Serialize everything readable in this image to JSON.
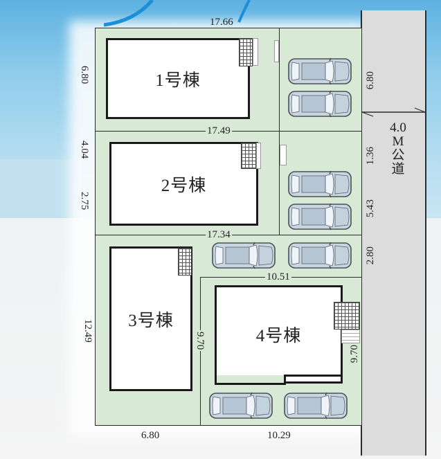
{
  "plan": {
    "road": {
      "width": "4.0",
      "unit": "M",
      "type_line1": "公",
      "type_line2": "道"
    },
    "buildings": [
      {
        "id": 1,
        "label": "1号棟"
      },
      {
        "id": 2,
        "label": "2号棟"
      },
      {
        "id": 3,
        "label": "3号棟"
      },
      {
        "id": 4,
        "label": "4号棟"
      }
    ],
    "dimensions": {
      "top_width": "17.66",
      "lot1_lot2_boundary": "17.49",
      "lot2_lot3_boundary": "17.34",
      "lot4_top": "10.51",
      "bottom_left": "6.80",
      "bottom_right": "10.29",
      "left_lot1": "6.80",
      "left_lot2_upper": "4.04",
      "left_lot2_lower": "2.75",
      "left_lot3": "12.49",
      "lot3_lot4_boundary": "9.70",
      "right_lot1": "6.80",
      "right_lot2_upper": "1.36",
      "right_lot2_lower": "5.43",
      "right_parking_strip": "2.80",
      "right_lot4": "9.70"
    },
    "parking_spaces": 8
  },
  "colors": {
    "lot_fill": "#d8ead6",
    "road_fill": "#dcdcdc",
    "sky_blue": "#5db1e1",
    "outline": "#1a1a1a",
    "car_body": "#c9d6e2"
  }
}
